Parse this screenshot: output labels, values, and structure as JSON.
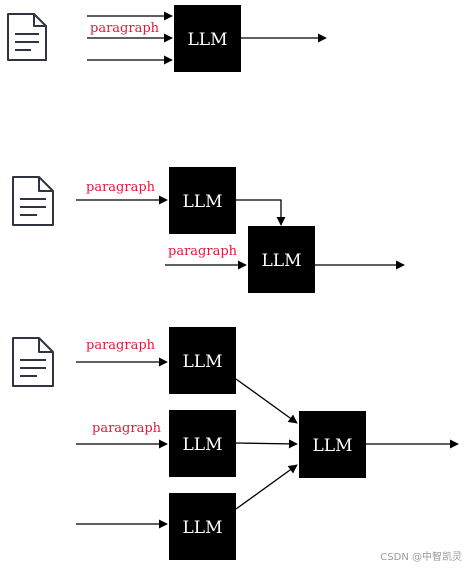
{
  "colors": {
    "box": "#000000",
    "box_text": "#ffffff",
    "label": "#e8163c",
    "arrow": "#000000",
    "doc_stroke": "#2f3440"
  },
  "icons": [
    "document-icon",
    "document-icon",
    "document-icon"
  ],
  "diagram": {
    "llm_label": "LLM",
    "paragraph_label": "paragraph"
  },
  "watermark": "CSDN @中智凯灵"
}
